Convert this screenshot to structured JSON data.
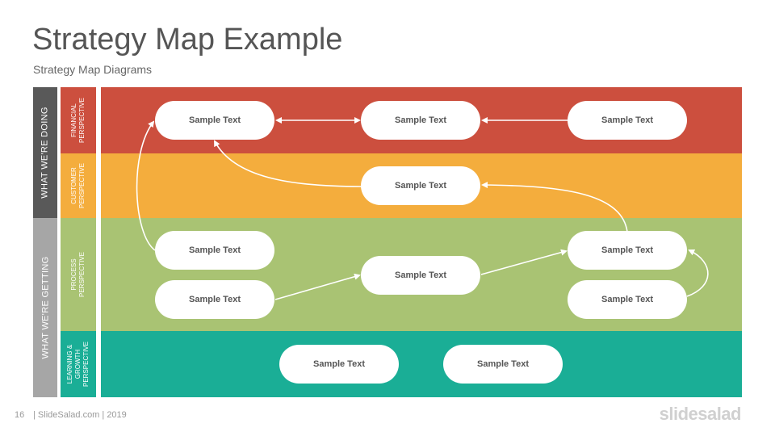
{
  "title": "Strategy Map Example",
  "subtitle": "Strategy Map Diagrams",
  "side_labels": {
    "doing": "WHAT WE'RE DOING",
    "getting": "WHAT WE'RE GETTING"
  },
  "perspectives": {
    "financial": "FINANCIAL\nPERSPECTIVE",
    "customer": "CUSTOMER\nPERSPECTIVE",
    "process": "PROCESS PERSPECTIVE",
    "learning": "LEARNING &\nGROWTH\nPERSPECTIVE"
  },
  "nodes": {
    "fin_1": "Sample Text",
    "fin_2": "Sample Text",
    "fin_3": "Sample Text",
    "cust_1": "Sample Text",
    "proc_1": "Sample Text",
    "proc_2": "Sample Text",
    "proc_3": "Sample Text",
    "proc_4": "Sample Text",
    "proc_5": "Sample Text",
    "learn_1": "Sample Text",
    "learn_2": "Sample Text"
  },
  "footer": {
    "page_number": "16",
    "source": "| SlideSalad.com | 2019",
    "logo": "slidesalad"
  },
  "colors": {
    "financial": "#cc4f3e",
    "customer": "#f4ad3d",
    "process": "#a9c373",
    "learning": "#1aae96",
    "dark_side": "#595959",
    "light_side": "#a6a6a6"
  }
}
